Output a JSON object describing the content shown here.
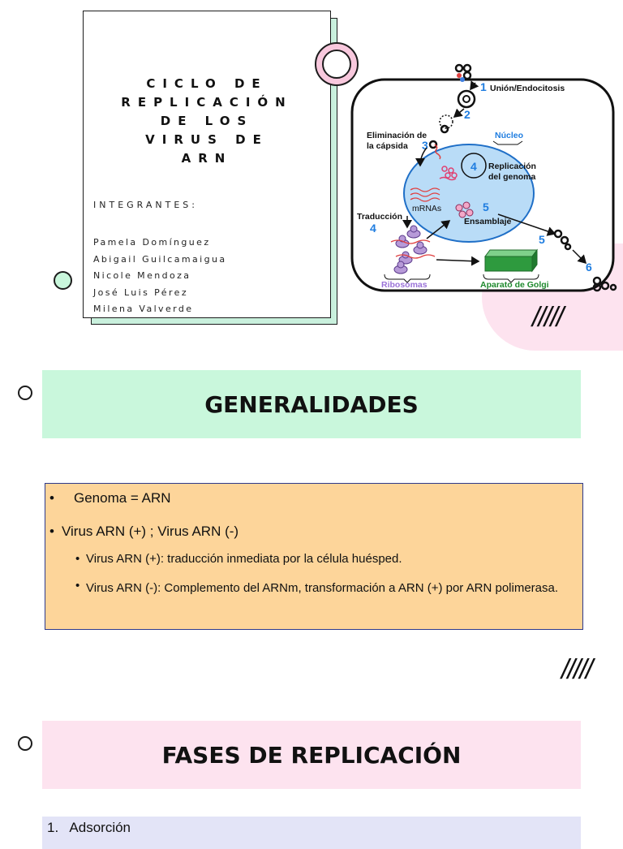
{
  "title": "CICLO DE REPLICACIÓN DE LOS VIRUS DE ARN",
  "title_lines": [
    "CICLO DE",
    "REPLICACIÓN",
    "DE LOS",
    "VIRUS DE",
    "ARN"
  ],
  "integrantes_label": "INTEGRANTES:",
  "members": [
    "Pamela Domínguez",
    "Abigail Guilcamaigua",
    "Nicole Mendoza",
    "José Luis Pérez",
    "Milena Valverde"
  ],
  "diagram": {
    "step1": "1",
    "step1_label": "Unión/Endocitosis",
    "step2": "2",
    "step3": "3",
    "step3_label_1": "Eliminación de",
    "step3_label_2": "la cápsida",
    "nucleus": "Núcleo",
    "step4a": "4",
    "step4a_label_1": "Replicación",
    "step4a_label_2": "del genoma",
    "mrnas": "mRNAs",
    "step5a": "5",
    "step5a_label": "Ensamblaje",
    "traduccion": "Traducción",
    "step4b": "4",
    "step5b": "5",
    "step6": "6",
    "ribosomas": "Ribosomas",
    "golgi": "Aparato de Golgi"
  },
  "section1": {
    "heading": "GENERALIDADES",
    "bullets": [
      {
        "marker": "•",
        "text": "Genoma = ARN"
      },
      {
        "marker": "•",
        "text": "Virus ARN (+) ; Virus ARN (-)"
      }
    ],
    "sub_bullets": [
      {
        "marker": "•",
        "text": "Virus ARN (+): traducción inmediata por la célula huésped."
      },
      {
        "marker": "•",
        "text": "Virus ARN (-): Complemento del ARNm, transformación a ARN (+) por ARN polimerasa."
      }
    ]
  },
  "section2": {
    "heading": "FASES DE REPLICACIÓN",
    "first_item": "1.   Adsorción"
  },
  "decor": {
    "slashes": "/////"
  },
  "colors": {
    "mint": "#c9f7dc",
    "pink": "#fde3ef",
    "orange": "#fdd59a",
    "lavender": "#e3e4f7",
    "diagram_blue": "#1f7de0"
  }
}
